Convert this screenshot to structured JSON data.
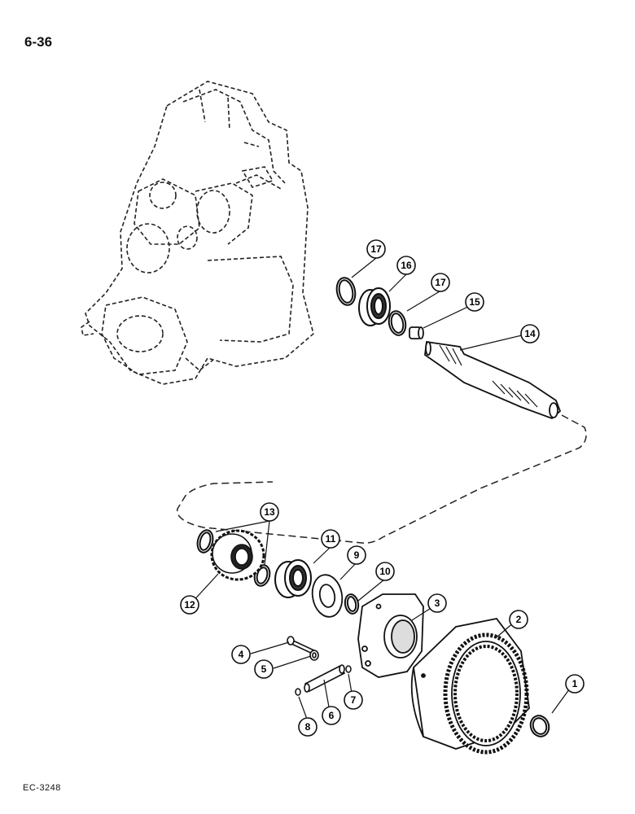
{
  "page_number": "6-36",
  "reference_code": "EC-3248",
  "callouts": [
    "17",
    "16",
    "17",
    "15",
    "14",
    "13",
    "11",
    "9",
    "10",
    "12",
    "3",
    "2",
    "4",
    "5",
    "1",
    "7",
    "6",
    "8"
  ]
}
